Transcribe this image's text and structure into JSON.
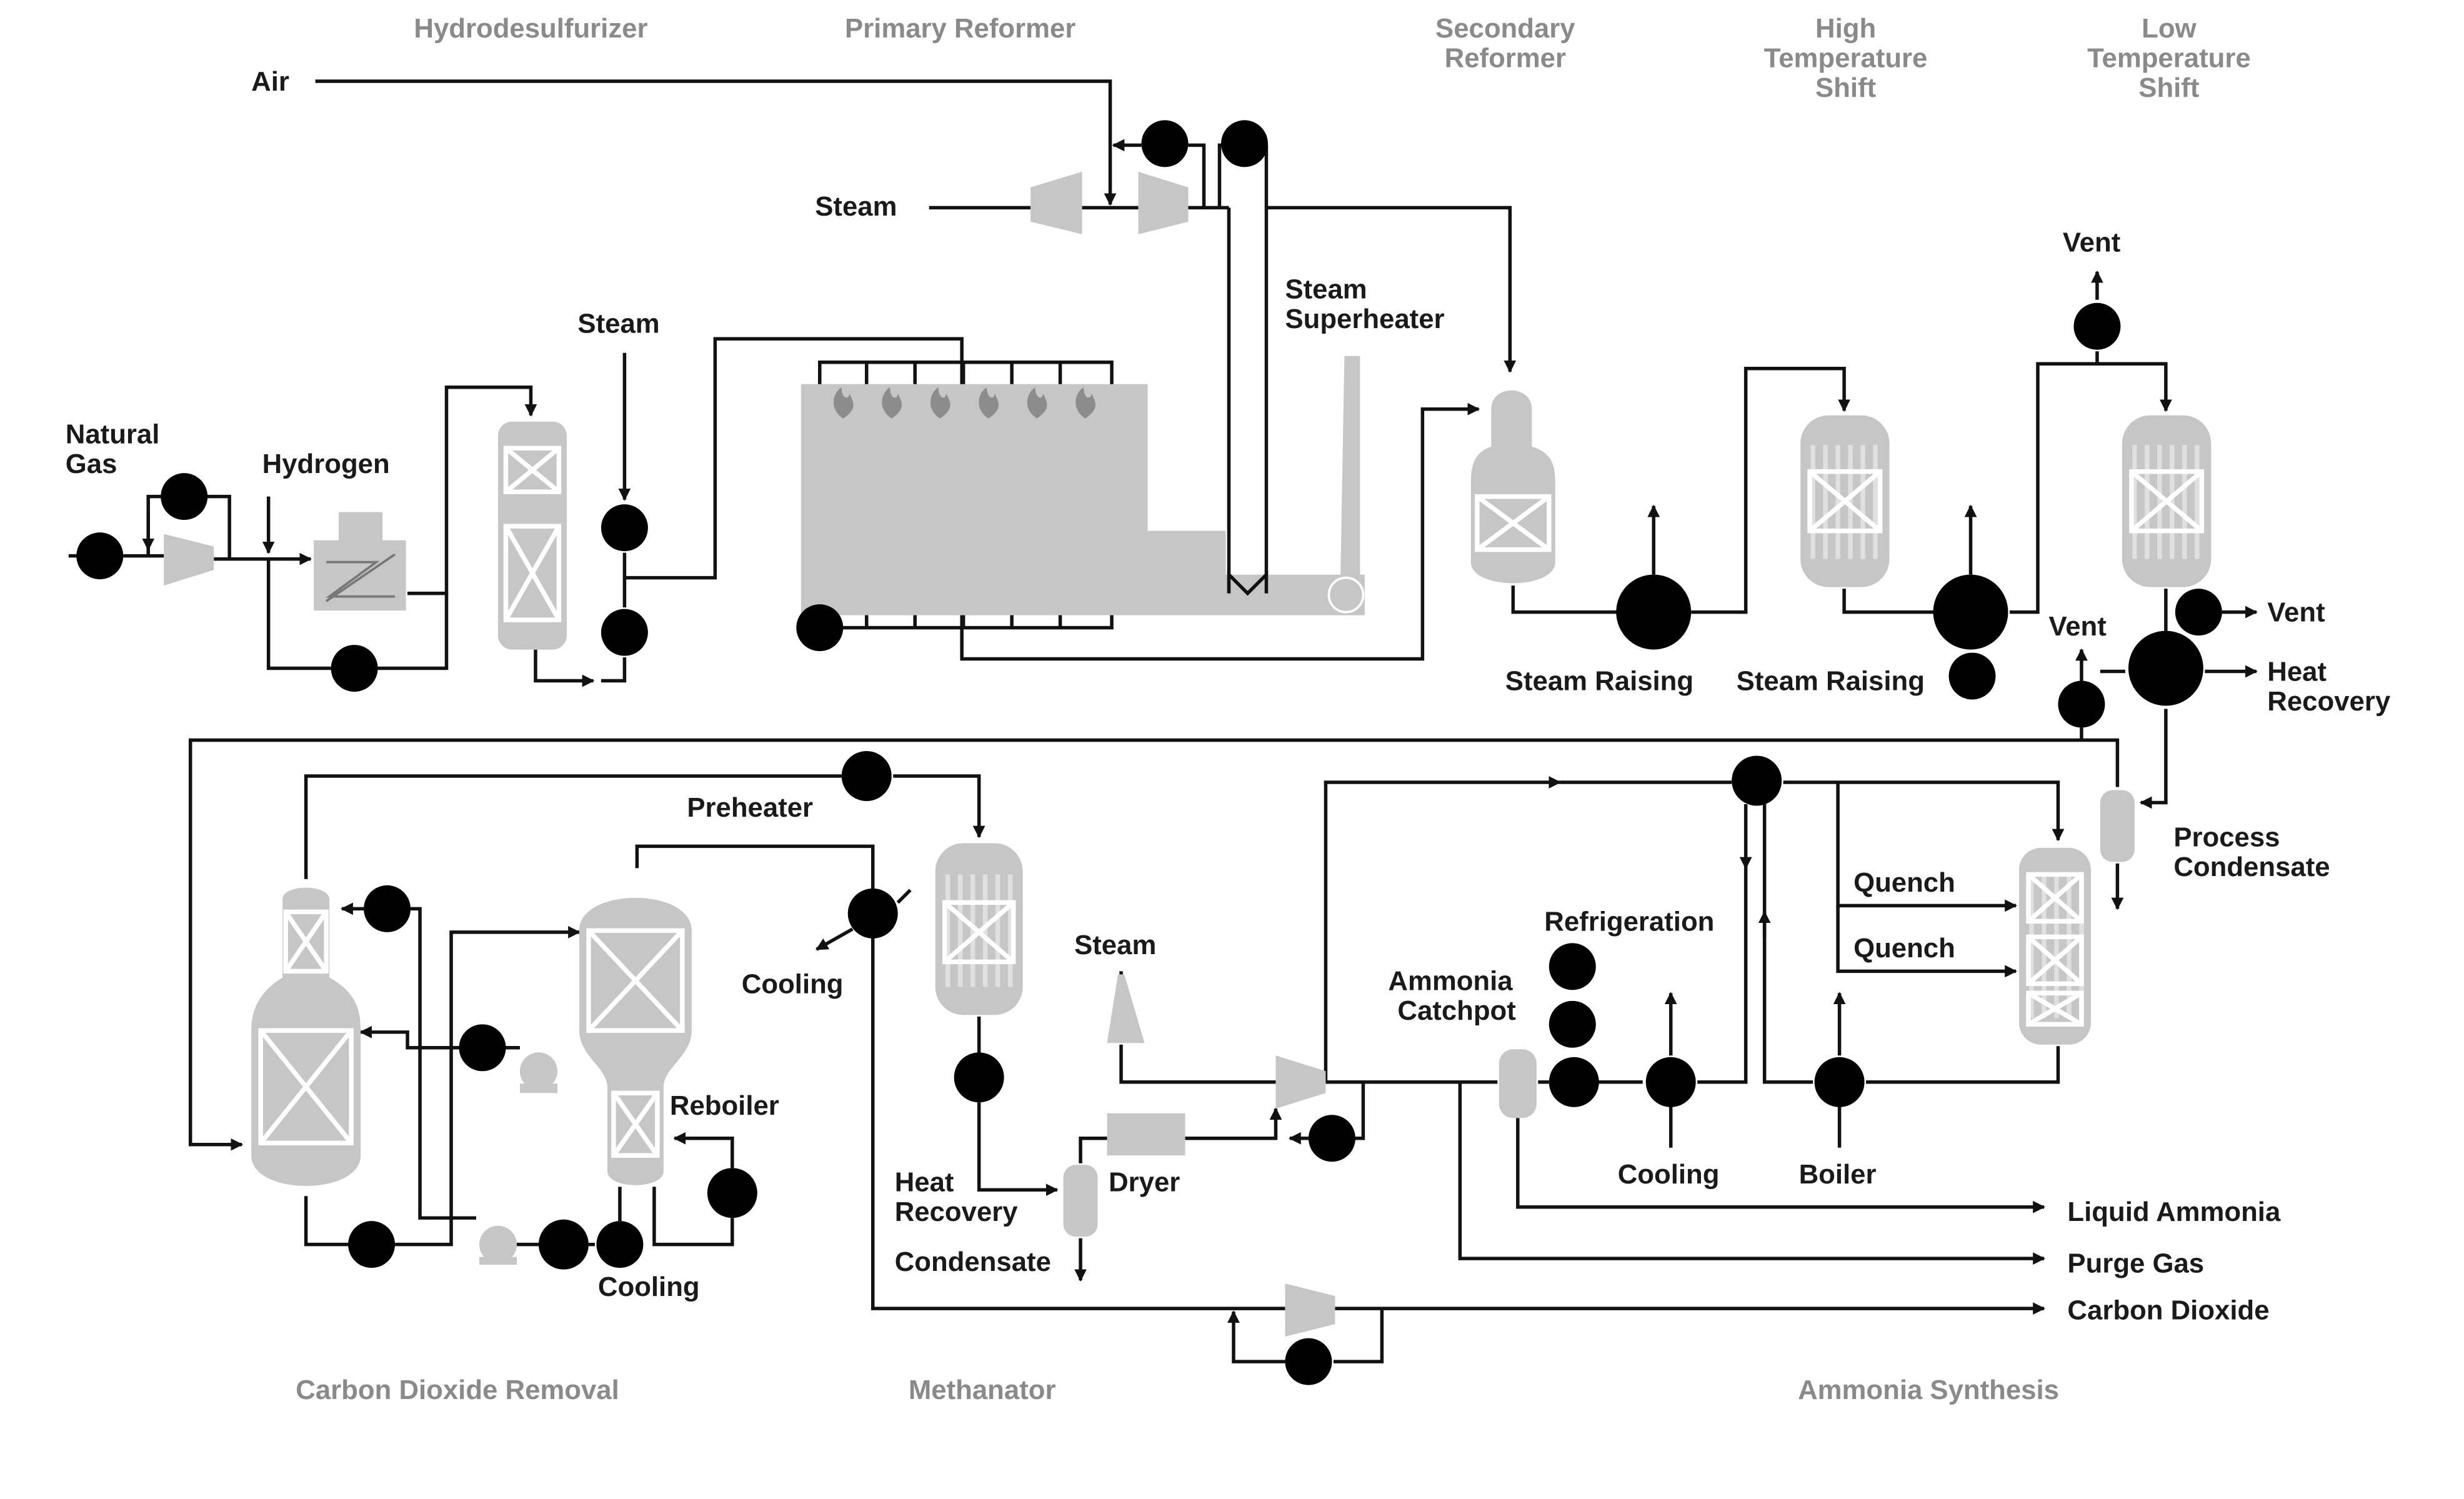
{
  "sections": {
    "hydrodesulfurizer": "Hydrodesulfurizer",
    "primary_reformer": "Primary Reformer",
    "secondary_reformer": [
      "Secondary",
      "Reformer"
    ],
    "hts": [
      "High",
      "Temperature",
      "Shift"
    ],
    "lts": [
      "Low",
      "Temperature",
      "Shift"
    ],
    "co2_removal": "Carbon Dioxide Removal",
    "methanator": "Methanator",
    "ammonia_synthesis": "Ammonia Synthesis"
  },
  "labels": {
    "air": "Air",
    "steam_top": "Steam",
    "natural_gas": [
      "Natural",
      "Gas"
    ],
    "hydrogen": "Hydrogen",
    "steam_hds": "Steam",
    "steam_superheater": [
      "Steam",
      "Superheater"
    ],
    "steam_raising_1": "Steam Raising",
    "steam_raising_2": "Steam Raising",
    "vent_top": "Vent",
    "vent_right": "Vent",
    "vent_lower": "Vent",
    "heat_recovery_right": [
      "Heat",
      "Recovery"
    ],
    "process_condensate": [
      "Process",
      "Condensate"
    ],
    "preheater": "Preheater",
    "cooling_co2": "Cooling",
    "reboiler": "Reboiler",
    "cooling_bottom": "Cooling",
    "steam_meth": "Steam",
    "heat_recovery_meth": [
      "Heat",
      "Recovery"
    ],
    "dryer": "Dryer",
    "condensate": "Condensate",
    "refrigeration": "Refrigeration",
    "ammonia_catchpot": [
      "Ammonia",
      "Catchpot"
    ],
    "quench_1": "Quench",
    "quench_2": "Quench",
    "cooling_synth": "Cooling",
    "boiler": "Boiler",
    "liquid_ammonia": "Liquid Ammonia",
    "purge_gas": "Purge Gas",
    "carbon_dioxide": "Carbon Dioxide"
  },
  "colors": {
    "valve_green": "#74c98a",
    "equipment_gray": "#c6c6c6",
    "line_black": "#111111",
    "section_gray": "#8a8a8a"
  },
  "icons": {
    "valve": "control-valve-icon",
    "heat_exchanger": "heat-exchanger-icon",
    "compressor": "compressor-icon",
    "pump": "pump-icon",
    "flame": "flame-icon"
  }
}
